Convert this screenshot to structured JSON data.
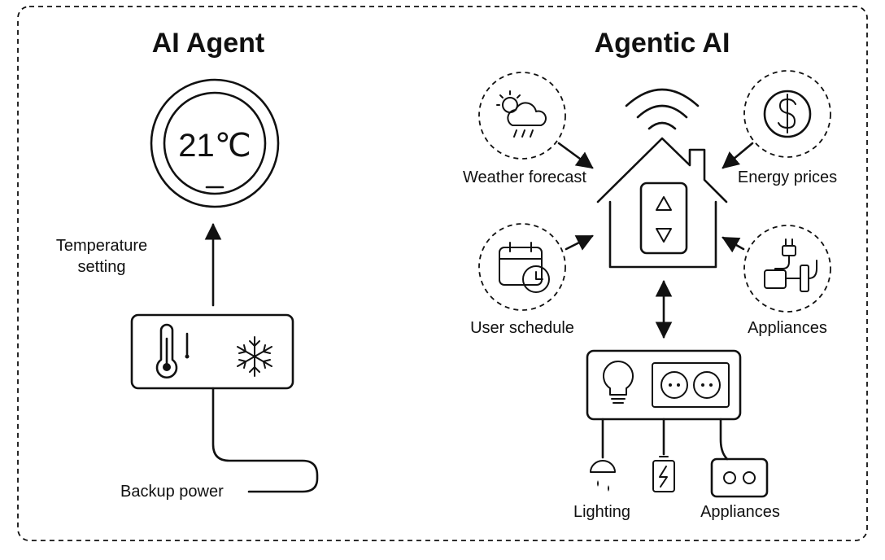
{
  "left_panel": {
    "title": "AI Agent",
    "thermostat_display": "21℃",
    "temperature_setting_line1": "Temperature",
    "temperature_setting_line2": "setting",
    "backup_power": "Backup power",
    "icons": [
      "thermostat-display-icon",
      "thermometer-icon",
      "snowflake-icon",
      "power-cable-icon"
    ]
  },
  "right_panel": {
    "title": "Agentic AI",
    "inputs": {
      "weather": "Weather forecast",
      "energy": "Energy prices",
      "schedule": "User schedule",
      "appliances": "Appliances"
    },
    "devices": {
      "lighting": "Lighting",
      "appliances": "Appliances"
    },
    "icons": [
      "wifi-icon",
      "smart-home-icon",
      "weather-icon",
      "dollar-icon",
      "calendar-clock-icon",
      "plug-icon",
      "lightbulb-icon",
      "outlet-icon",
      "ceiling-lamp-icon",
      "battery-icon"
    ]
  }
}
